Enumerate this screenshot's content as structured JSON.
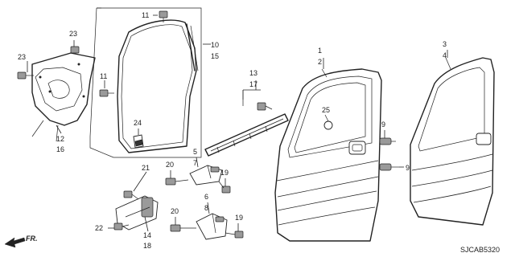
{
  "callouts": {
    "c1": "1",
    "c2": "2",
    "c3": "3",
    "c4": "4",
    "c5": "5",
    "c6": "6",
    "c7": "7",
    "c8": "8",
    "c9a": "9",
    "c9b": "9",
    "c10": "10",
    "c11a": "11",
    "c11b": "11",
    "c12": "12",
    "c13": "13",
    "c14": "14",
    "c15": "15",
    "c16": "16",
    "c17": "17",
    "c18": "18",
    "c19a": "19",
    "c19b": "19",
    "c20a": "20",
    "c20b": "20",
    "c21": "21",
    "c22": "22",
    "c23a": "23",
    "c23b": "23",
    "c24": "24",
    "c25": "25"
  },
  "direction_label": "FR.",
  "diagram_code": "SJCAB5320"
}
